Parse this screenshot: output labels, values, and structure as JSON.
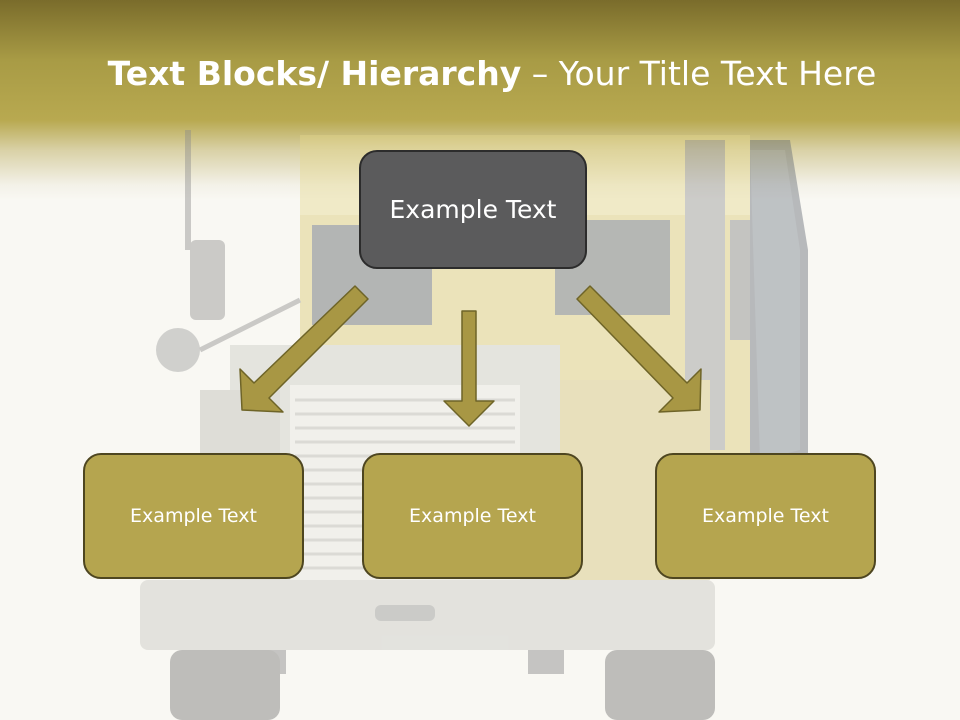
{
  "slide": {
    "title_bold": "Text Blocks/ Hierarchy",
    "title_rest": " – Your Title Text Here"
  },
  "hierarchy": {
    "top": {
      "label": "Example Text"
    },
    "children": [
      {
        "label": "Example Text"
      },
      {
        "label": "Example Text"
      },
      {
        "label": "Example Text"
      }
    ]
  },
  "colors": {
    "header": "#b8a950",
    "top_box": "#5b5b5c",
    "child_box": "#b5a54f",
    "arrow": "#a89744"
  },
  "icons": [
    "arrow-down-left-icon",
    "arrow-down-icon",
    "arrow-down-right-icon"
  ]
}
